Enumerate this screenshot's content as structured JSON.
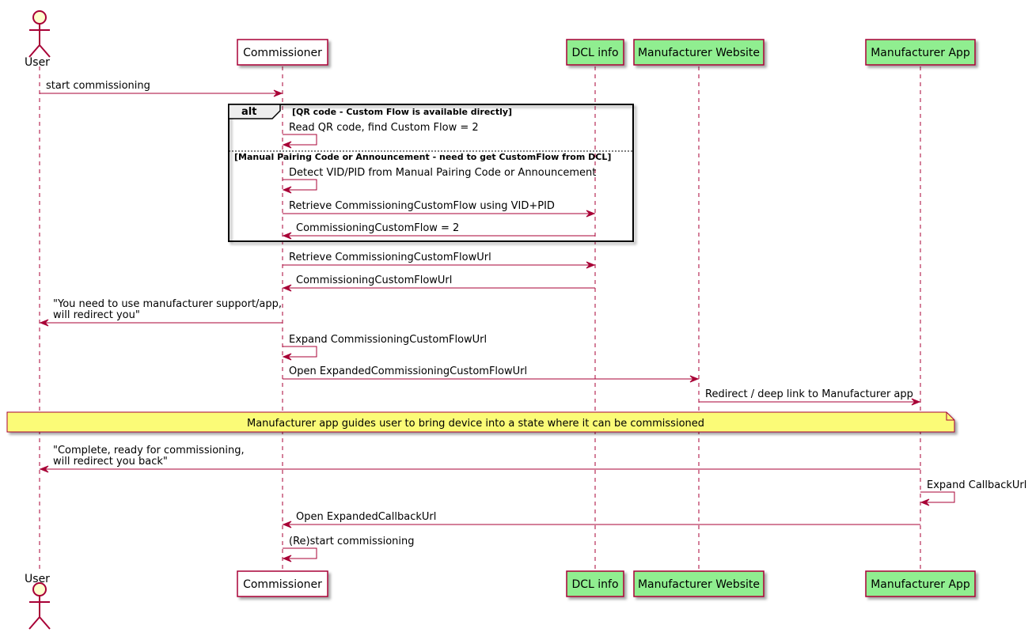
{
  "participants": [
    {
      "id": "user",
      "label": "User",
      "kind": "actor",
      "fill": "#FEFECE"
    },
    {
      "id": "comm",
      "label": "Commissioner",
      "kind": "box",
      "fill": "#FFFFFF"
    },
    {
      "id": "dcl",
      "label": "DCL info",
      "kind": "box",
      "fill": "#90EE90"
    },
    {
      "id": "web",
      "label": "Manufacturer Website",
      "kind": "box",
      "fill": "#90EE90"
    },
    {
      "id": "app",
      "label": "Manufacturer App",
      "kind": "box",
      "fill": "#90EE90"
    }
  ],
  "alt": {
    "keyword": "alt",
    "condition_1": "[QR code - Custom Flow is available directly]",
    "condition_2": "[Manual Pairing Code or Announcement - need to get CustomFlow from DCL]"
  },
  "messages": [
    {
      "from": "user",
      "to": "comm",
      "lines": [
        "start commissioning"
      ]
    },
    {
      "from": "comm",
      "to": "comm",
      "lines": [
        "Read QR code, find Custom Flow = 2"
      ]
    },
    {
      "from": "comm",
      "to": "comm",
      "lines": [
        "Detect VID/PID from Manual Pairing Code or Announcement"
      ]
    },
    {
      "from": "comm",
      "to": "dcl",
      "lines": [
        "Retrieve CommissioningCustomFlow using VID+PID"
      ]
    },
    {
      "from": "dcl",
      "to": "comm",
      "lines": [
        "CommissioningCustomFlow = 2"
      ]
    },
    {
      "from": "comm",
      "to": "dcl",
      "lines": [
        "Retrieve CommissioningCustomFlowUrl"
      ]
    },
    {
      "from": "dcl",
      "to": "comm",
      "lines": [
        "CommissioningCustomFlowUrl"
      ]
    },
    {
      "from": "comm",
      "to": "user",
      "lines": [
        "\"You need to use manufacturer support/app,",
        " will redirect you\""
      ]
    },
    {
      "from": "comm",
      "to": "comm",
      "lines": [
        "Expand CommissioningCustomFlowUrl"
      ]
    },
    {
      "from": "comm",
      "to": "web",
      "lines": [
        "Open ExpandedCommissioningCustomFlowUrl"
      ]
    },
    {
      "from": "web",
      "to": "app",
      "lines": [
        "Redirect / deep link to Manufacturer app"
      ]
    },
    {
      "from": "app",
      "to": "user",
      "lines": [
        "\"Complete, ready for commissioning,",
        " will redirect you back\""
      ]
    },
    {
      "from": "app",
      "to": "app",
      "lines": [
        "Expand CallbackUrl"
      ]
    },
    {
      "from": "app",
      "to": "comm",
      "lines": [
        "Open ExpandedCallbackUrl"
      ]
    },
    {
      "from": "comm",
      "to": "comm",
      "lines": [
        "(Re)start commissioning"
      ]
    }
  ],
  "note": {
    "text": "Manufacturer app guides user to bring device into a state where it can be commissioned",
    "fill": "#FBFB77"
  },
  "colors": {
    "lifeline": "#A80036",
    "arrow": "#A80036",
    "box_border": "#A80036"
  }
}
